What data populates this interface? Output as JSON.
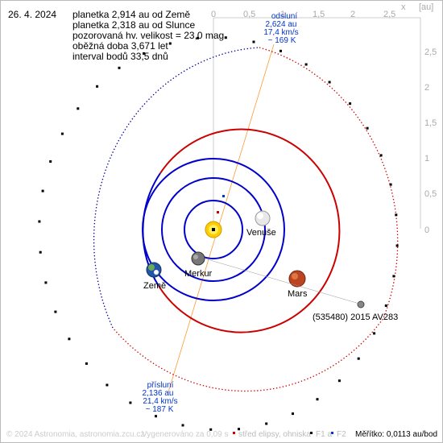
{
  "header": {
    "date": "26. 4. 2024",
    "lines": [
      "planetka 2,914 au od Země",
      "planetka 2,318 au od Slunce",
      "pozorovaná hv. velikost = 23,0 mag",
      "oběžná doba 3,671 let",
      "interval bodů 33,5 dnů"
    ]
  },
  "axes": {
    "x_label": "x",
    "unit_label": "[au]",
    "x_ticks": [
      "0",
      "0,5",
      "1",
      "1,5",
      "2",
      "2,5"
    ],
    "y_ticks": [
      "2,5",
      "2",
      "1,5",
      "1",
      "0,5",
      "0"
    ]
  },
  "bodies": {
    "venus": "Venuše",
    "mercury": "Merkur",
    "earth": "Země",
    "mars": "Mars",
    "asteroid": "(535480) 2015 AV283"
  },
  "aphelion": {
    "title": "odsluní",
    "distance": "2,624 au",
    "speed": "17,4 km/s",
    "temp": "~ 169 K"
  },
  "perihelion": {
    "title": "přísluní",
    "distance": "2,136 au",
    "speed": "21,4 km/s",
    "temp": "~ 187 K"
  },
  "footer": {
    "copyright": "© 2024 Astronomia, astronomia.zcu.cz",
    "generated": "Vygenerováno za 0,09 s",
    "legend_center": "střed elipsy, ohniska",
    "legend_f": "F1 a",
    "legend_f2": "F2",
    "scale": "Měřítko: 0,0113 au/bod"
  },
  "colors": {
    "inner_orbit": "#0000cc",
    "asteroid_orbit_near": "#cc0000",
    "asteroid_orbit_far": "#000099",
    "apsis_line": "#ff9933",
    "label_blue": "#0033cc",
    "axis_gray": "#bbbbbb"
  }
}
